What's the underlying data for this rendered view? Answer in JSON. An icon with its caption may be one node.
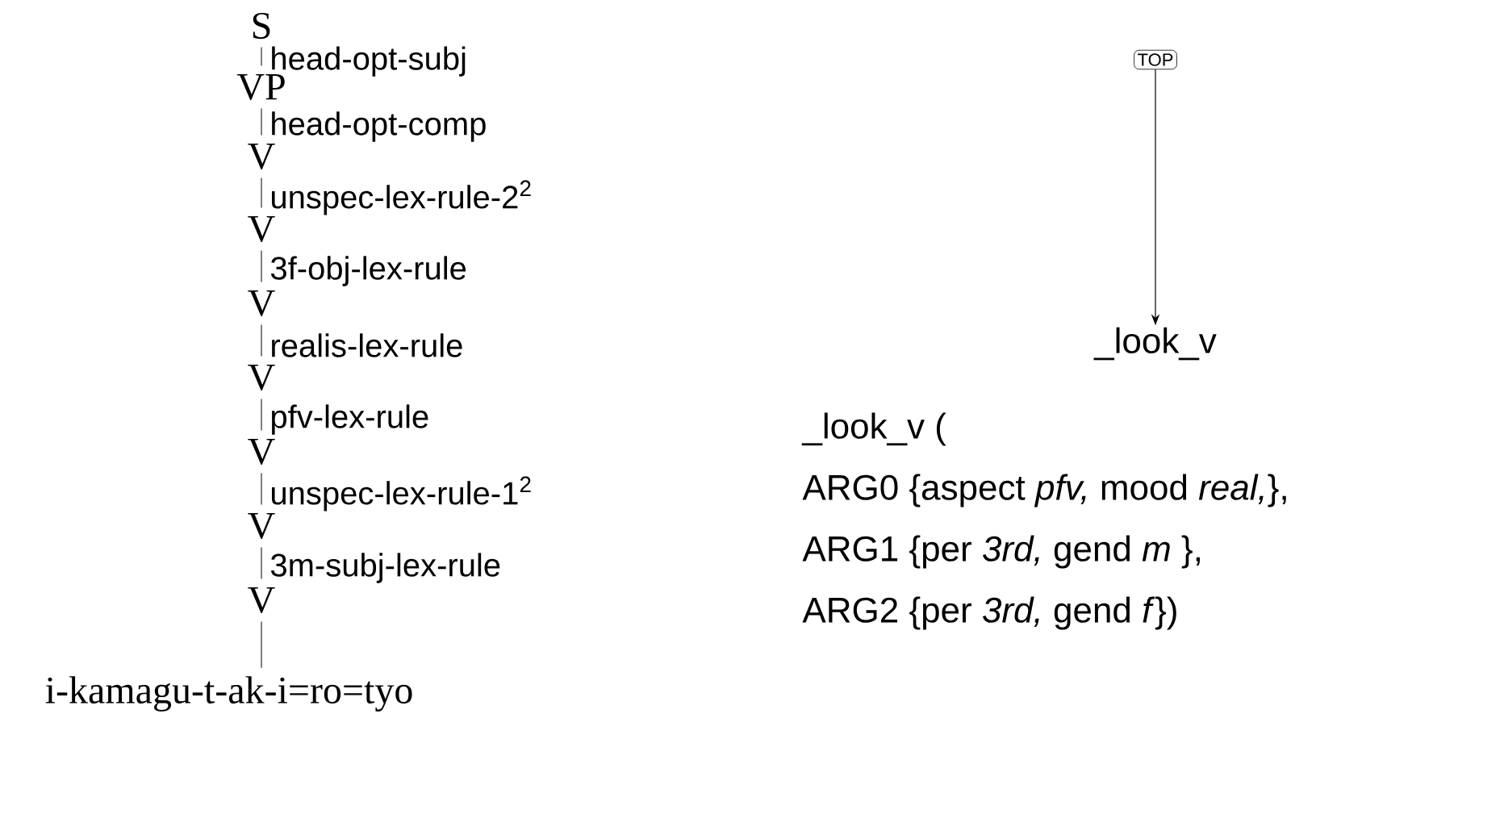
{
  "diagram": {
    "nodes": [
      {
        "text": [
          "S"
        ]
      },
      {
        "text": [
          "VP"
        ]
      },
      {
        "text": [
          "V"
        ]
      },
      {
        "text": [
          "V"
        ]
      },
      {
        "text": [
          "V"
        ]
      },
      {
        "text": [
          "V"
        ]
      },
      {
        "text": [
          "V"
        ]
      },
      {
        "text": [
          "V"
        ]
      },
      {
        "text": [
          "V"
        ]
      },
      {
        "text": [
          "i-kamagu-t-ak-i=ro=tyo"
        ]
      },
      {
        "text": [
          "TOP"
        ]
      },
      {
        "text": [
          "_look_v"
        ]
      }
    ],
    "edges": [
      {
        "from": 0,
        "to": 1,
        "arrow": "none",
        "label": "head-opt-subj"
      },
      {
        "from": 1,
        "to": 2,
        "arrow": "none",
        "label": "head-opt-comp"
      },
      {
        "from": 2,
        "to": 3,
        "arrow": "none",
        "label": "unspec-lex-rule-2$^{2}$"
      },
      {
        "from": 3,
        "to": 4,
        "arrow": "none",
        "label": "3f-obj-lex-rule"
      },
      {
        "from": 4,
        "to": 5,
        "arrow": "none",
        "label": "realis-lex-rule"
      },
      {
        "from": 5,
        "to": 6,
        "arrow": "none",
        "label": "pfv-lex-rule"
      },
      {
        "from": 6,
        "to": 7,
        "arrow": "none",
        "label": "unspec-lex-rule-1$^{2}$"
      },
      {
        "from": 7,
        "to": 8,
        "arrow": "none",
        "label": "3m-subj-lex-rule"
      },
      {
        "from": 8,
        "to": 9,
        "arrow": "none"
      },
      {
        "from": 10,
        "to": 11,
        "arrow": "to"
      }
    ],
    "labels": [
      "_look_v (",
      "ARG0 {aspect *pfv,* mood *real,*},",
      "ARG1 {per *3rd,* gend *m* },",
      "ARG2 {per *3rd,* gend *f*})"
    ]
  }
}
